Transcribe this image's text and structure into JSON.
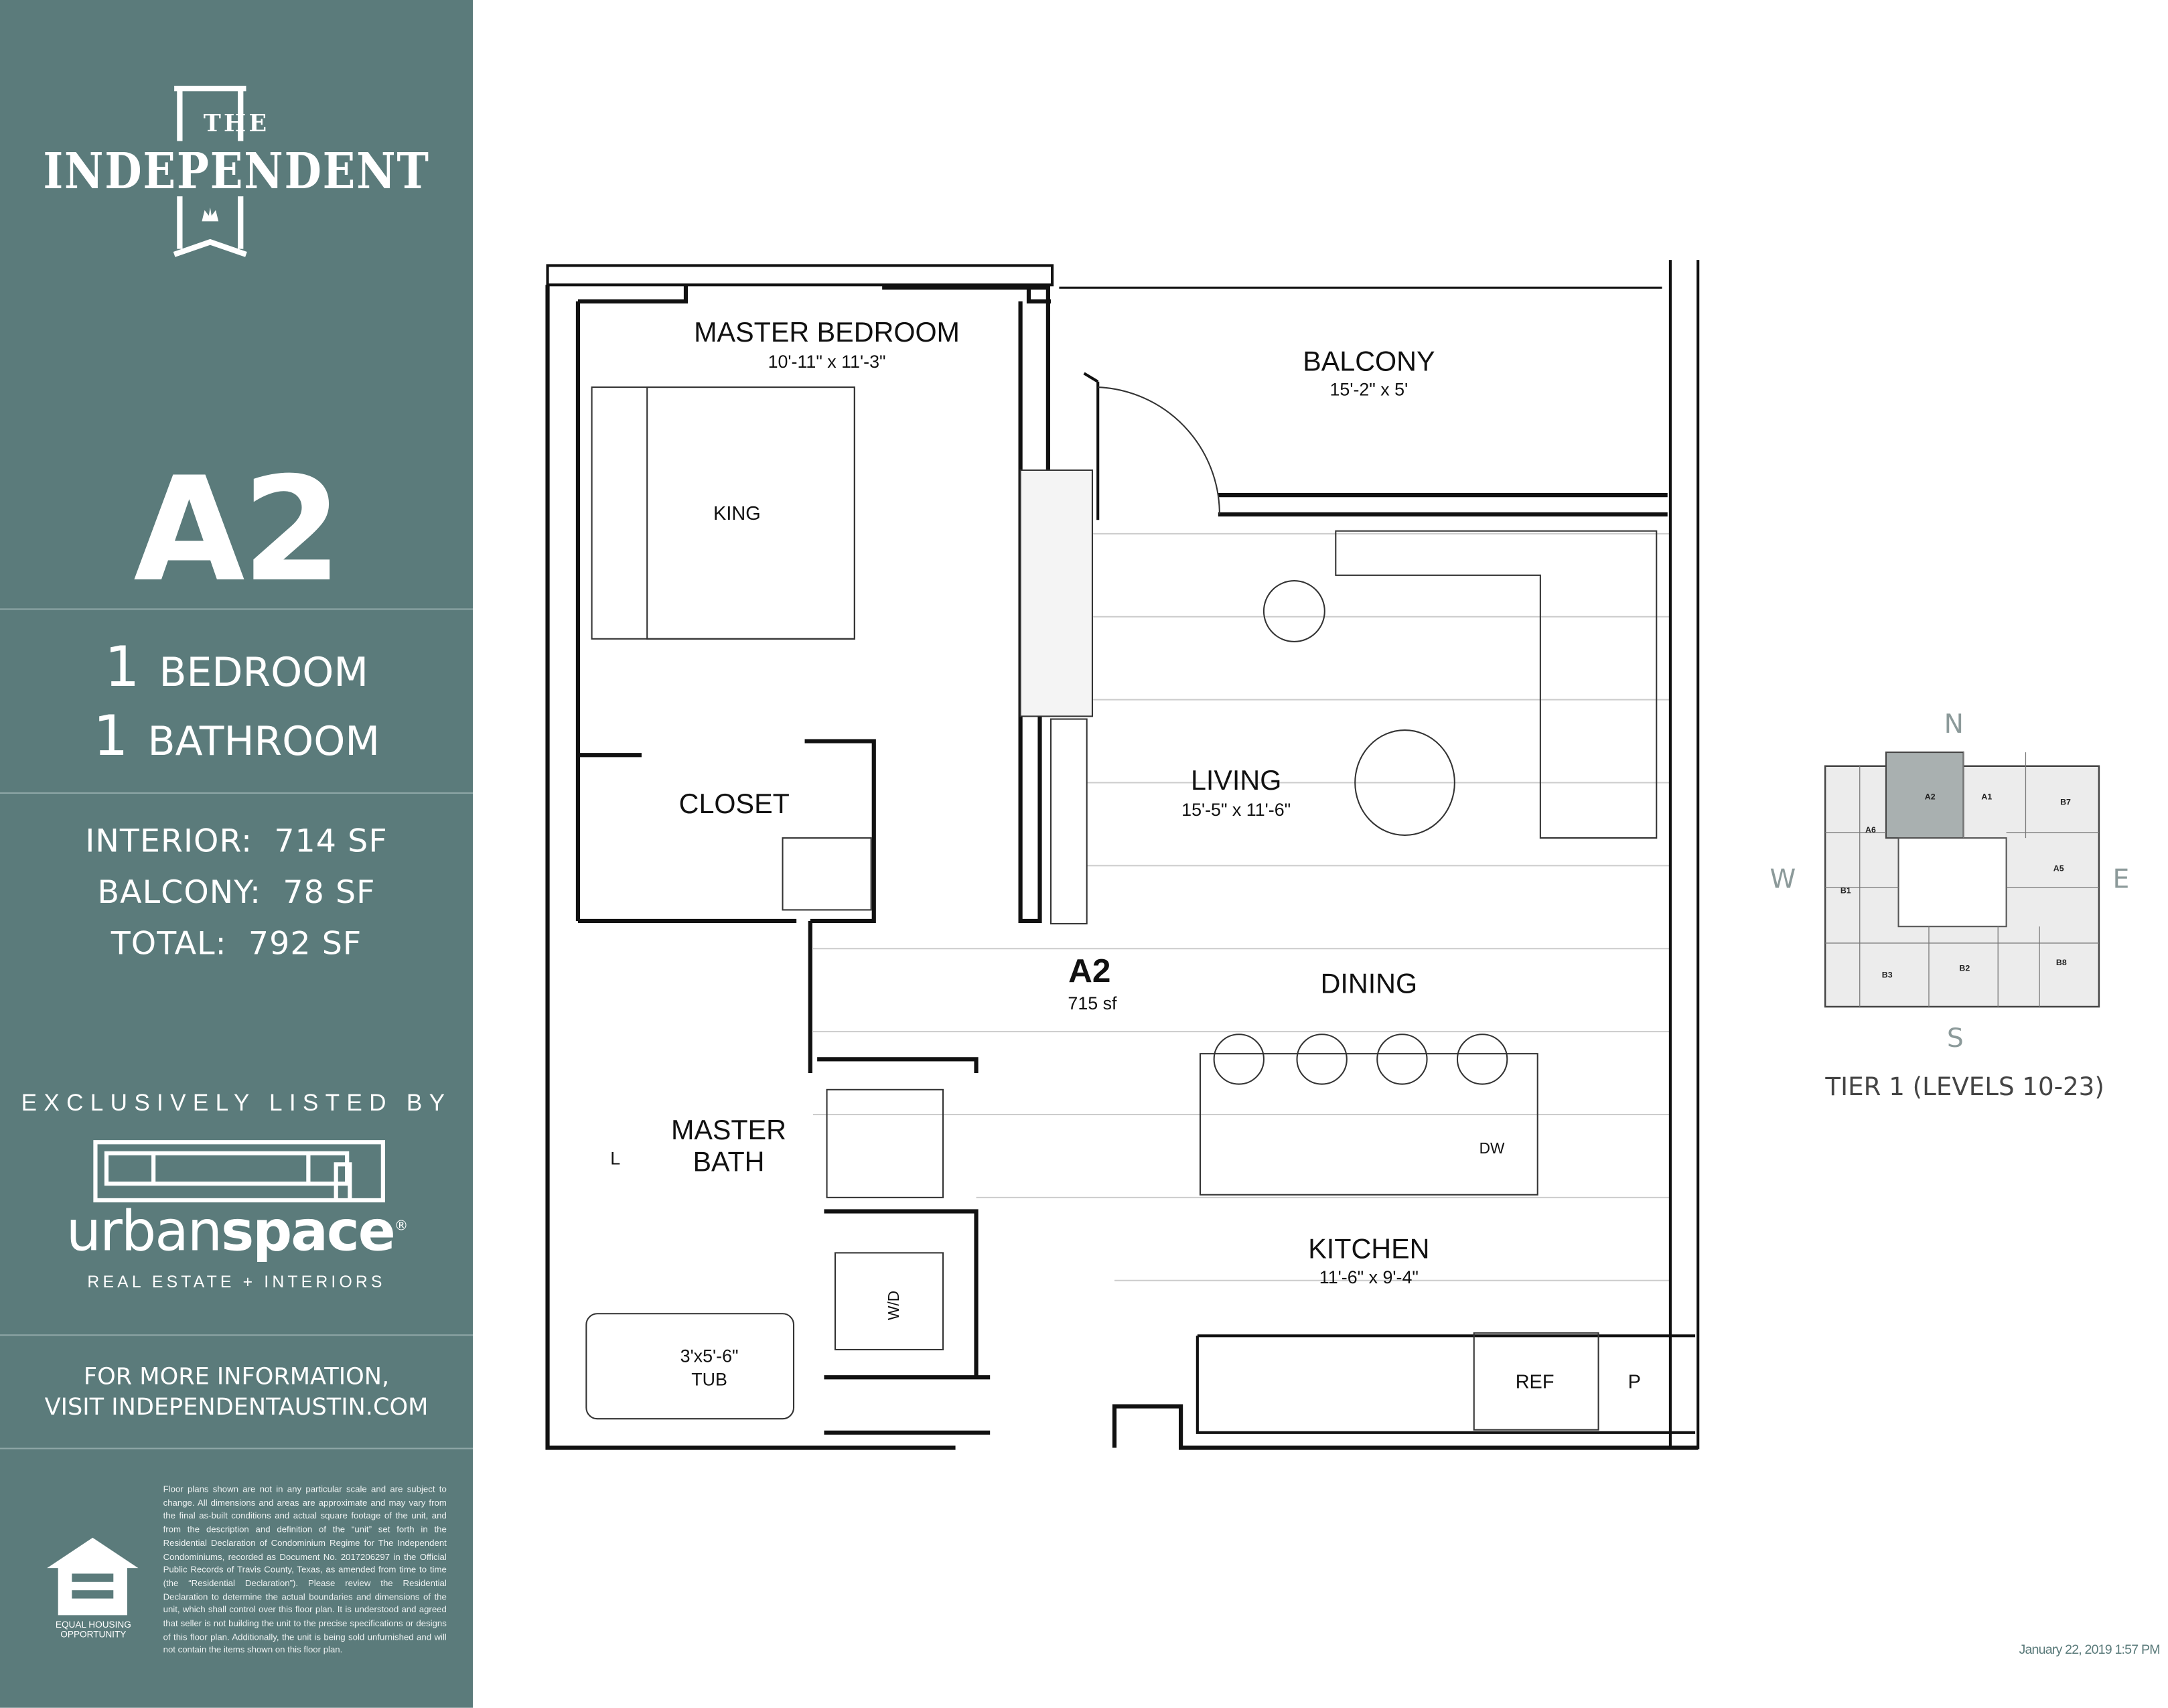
{
  "brand": {
    "logo_the": "THE",
    "logo_name": "INDEPENDENT",
    "color": "#5b7b7b"
  },
  "unit": {
    "name": "A2",
    "bedrooms_count": "1",
    "bedrooms_label": "BEDROOM",
    "bathrooms_count": "1",
    "bathrooms_label": "BATHROOM"
  },
  "areas": [
    {
      "label": "INTERIOR:",
      "value": "714 SF"
    },
    {
      "label": "BALCONY:",
      "value": "78 SF"
    },
    {
      "label": "TOTAL:",
      "value": "792 SF"
    }
  ],
  "listing": {
    "exclusively": "EXCLUSIVELY LISTED BY",
    "brand_light": "urban",
    "brand_bold": "space",
    "registered": "®",
    "tagline": "REAL ESTATE + INTERIORS"
  },
  "info": {
    "line1": "FOR MORE INFORMATION,",
    "line2": "VISIT INDEPENDENTAUSTIN.COM"
  },
  "eho": {
    "line1": "EQUAL HOUSING",
    "line2": "OPPORTUNITY"
  },
  "disclaimer": "Floor plans shown are not in any particular scale and are subject to change.  All dimensions and areas are approximate and may vary from the final as-built conditions and actual square footage of the unit, and from the description and definition of the “unit” set forth in the Residential Declaration of Condominium Regime for The Independent Condominiums, recorded as Document No. 2017206297 in the Official Public Records of Travis County, Texas, as amended from time to time (the “Residential Declaration”). Please review the Residential Declaration to determine the actual boundaries and dimensions of the unit, which shall control over this floor plan.  It is understood and agreed that seller is not building the unit to the precise specifications or designs of this floor plan.  Additionally, the unit is being sold unfurnished and will not contain the items shown on this floor plan.",
  "plan": {
    "master_bedroom": "MASTER BEDROOM",
    "master_bedroom_dim": "10'-11\" x 11'-3\"",
    "king": "KING",
    "balcony": "BALCONY",
    "balcony_dim": "15'-2\" x 5'",
    "closet": "CLOSET",
    "living": "LIVING",
    "living_dim": "15'-5\" x 11'-6\"",
    "unit": "A2",
    "unit_sf": "715 sf",
    "dining": "DINING",
    "master_bath_1": "MASTER",
    "master_bath_2": "BATH",
    "linen": "L",
    "dw": "DW",
    "wd": "W/D",
    "kitchen": "KITCHEN",
    "kitchen_dim": "11'-6\" x 9'-4\"",
    "tub_dim": "3'x5'-6\"",
    "tub": "TUB",
    "ref": "REF",
    "pantry": "P"
  },
  "keyplan": {
    "north": "N",
    "south": "S",
    "east": "E",
    "west": "W",
    "title": "TIER 1 (LEVELS 10-23)",
    "units": [
      "A2",
      "A1",
      "B7",
      "A6",
      "A5",
      "B1",
      "B3",
      "B2",
      "B8"
    ],
    "highlight_color": "#a9b0b0"
  },
  "timestamp": "January 22, 2019 1:57 PM"
}
